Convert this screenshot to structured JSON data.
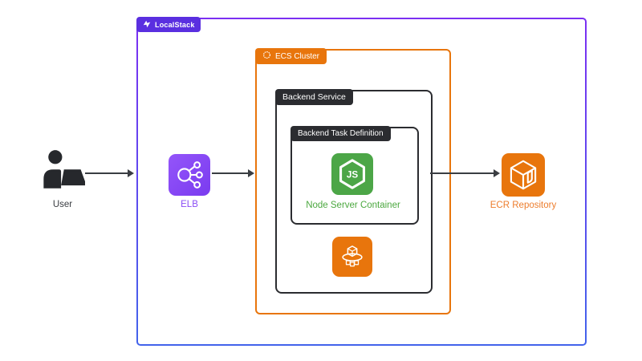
{
  "containers": {
    "localstack": {
      "label": "LocalStack"
    },
    "ecs_cluster": {
      "label": "ECS Cluster"
    },
    "backend_service": {
      "label": "Backend Service"
    },
    "backend_task_definition": {
      "label": "Backend Task Definition"
    }
  },
  "nodes": {
    "user": {
      "label": "User",
      "icon": "user-laptop-icon"
    },
    "elb": {
      "label": "ELB",
      "icon": "elb-icon",
      "label_color": "#8A4CF5"
    },
    "node_server": {
      "label": "Node Server Container",
      "icon": "nodejs-icon",
      "label_color": "#4BA83F"
    },
    "ecs_service": {
      "icon": "ecs-service-icon"
    },
    "ecr": {
      "label": "ECR Repository",
      "icon": "ecr-icon",
      "label_color": "#ED7D2D"
    }
  },
  "edges": [
    {
      "from": "user",
      "to": "elb"
    },
    {
      "from": "elb",
      "to": "ecs_cluster"
    },
    {
      "from": "backend_service",
      "to": "ecr"
    }
  ],
  "colors": {
    "background": "#FFFFFF",
    "localstack_badge_purple": "#5A2FE0",
    "outer_border_gradient_top": "#7B2FF2",
    "outer_border_gradient_bottom": "#4263EB",
    "aws_orange": "#E8750C",
    "dark_badge": "#2B2C30",
    "node_green": "#4CA647",
    "elb_purple": "#8A4CF5",
    "ecr_label_orange": "#ED7D2D",
    "arrow": "#3A3D42"
  }
}
